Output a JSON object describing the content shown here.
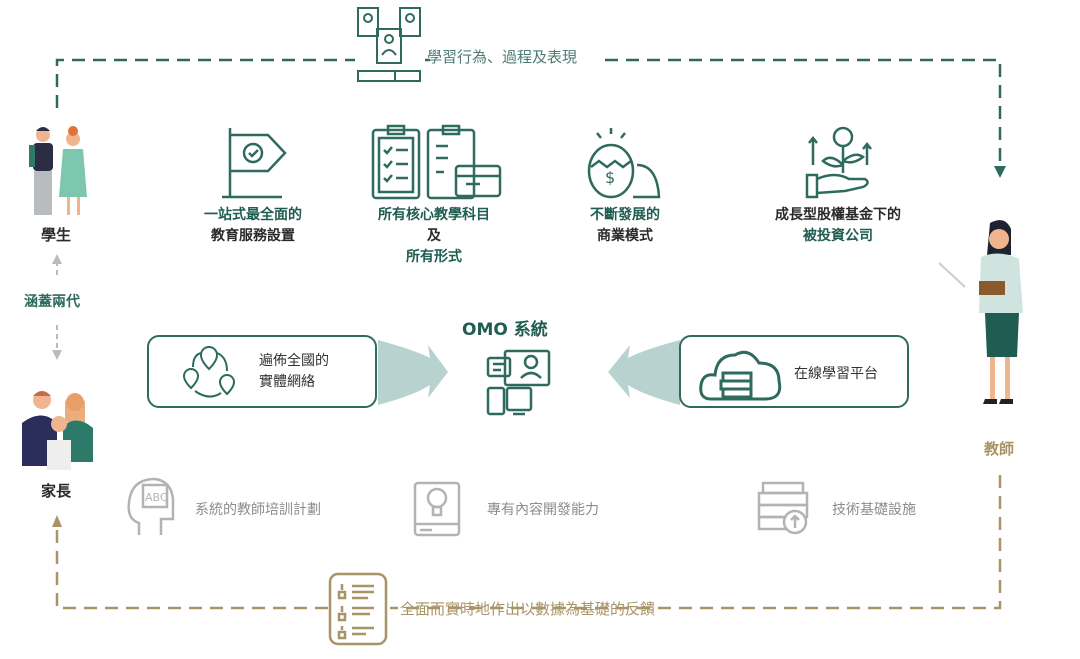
{
  "top_loop": {
    "label": "學習行為、過程及表現"
  },
  "bottom_loop": {
    "label": "全面而實時地作出以數據為基礎的反饋"
  },
  "left": {
    "students": "學生",
    "spans": "涵蓋兩代",
    "parents": "家長"
  },
  "right": {
    "teacher": "教師"
  },
  "features": [
    {
      "icon": "flag-check-icon",
      "lines": [
        "一站式最全面的",
        "教育服務設置"
      ]
    },
    {
      "icon": "clipboards-icon",
      "lines": [
        "所有核心教學科目",
        "及",
        "所有形式"
      ]
    },
    {
      "icon": "egg-dollar-icon",
      "lines": [
        "不斷發展的",
        "商業模式"
      ]
    },
    {
      "icon": "hand-plant-icon",
      "lines": [
        "成長型股權基金下的",
        "被投資公司"
      ]
    }
  ],
  "omo": {
    "title": "OMO 系統",
    "offline": [
      "遍佈全國的",
      "實體網絡"
    ],
    "online": "在線學習平台"
  },
  "capabilities": [
    {
      "icon": "abc-head-icon",
      "label": "系統的教師培訓計劃"
    },
    {
      "icon": "lightbulb-book-icon",
      "label": "專有內容開發能力"
    },
    {
      "icon": "server-upload-icon",
      "label": "技術基礎設施"
    }
  ],
  "colors": {
    "teal": "#2e6b5e",
    "gold": "#a89466",
    "gray": "#9a9a9a",
    "arrow": "#b7d2cf"
  }
}
